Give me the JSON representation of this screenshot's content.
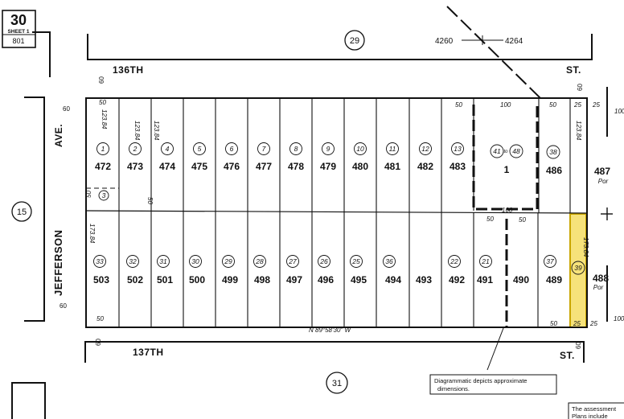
{
  "header": {
    "page_number": "30",
    "sheet_label": "SHEET 1",
    "sheet_code": "801"
  },
  "streets": {
    "top": "136TH",
    "top_right": "ST.",
    "bottom": "137TH",
    "bottom_right": "ST.",
    "left_top": "AVE.",
    "left_main": "JEFFERSON"
  },
  "block_refs": {
    "top": "29",
    "left": "15",
    "bottom": "31"
  },
  "tract_numbers": {
    "left": "4260",
    "right": "4264"
  },
  "street_widths": {
    "top_left": "60",
    "top_right": "60",
    "left_top": "60",
    "left_bottom": "60",
    "bottom_left": "60",
    "bottom_right": "60"
  },
  "bearing": "N 89°58'30\" W",
  "top_row": [
    {
      "parcel": "1",
      "lot": "472"
    },
    {
      "parcel": "2",
      "lot": "473"
    },
    {
      "parcel": "4",
      "lot": "474"
    },
    {
      "parcel": "5",
      "lot": "475"
    },
    {
      "parcel": "6",
      "lot": "476"
    },
    {
      "parcel": "7",
      "lot": "477"
    },
    {
      "parcel": "8",
      "lot": "478"
    },
    {
      "parcel": "9",
      "lot": "479"
    },
    {
      "parcel": "10",
      "lot": "480"
    },
    {
      "parcel": "11",
      "lot": "481"
    },
    {
      "parcel": "12",
      "lot": "482"
    },
    {
      "parcel": "13",
      "lot": "483"
    }
  ],
  "combined_parcel": {
    "parcel_a": "41",
    "connector": "to",
    "parcel_b": "48",
    "lot": "1"
  },
  "top_right_parcel": {
    "parcel": "38",
    "lot": "486"
  },
  "top_right_extra": {
    "lot": "487",
    "note": "Por"
  },
  "parcel_3": {
    "parcel": "3"
  },
  "bottom_row": [
    {
      "parcel": "33",
      "lot": "503"
    },
    {
      "parcel": "32",
      "lot": "502"
    },
    {
      "parcel": "31",
      "lot": "501"
    },
    {
      "parcel": "30",
      "lot": "500"
    },
    {
      "parcel": "29",
      "lot": "499"
    },
    {
      "parcel": "28",
      "lot": "498"
    },
    {
      "parcel": "27",
      "lot": "497"
    },
    {
      "parcel": "26",
      "lot": "496"
    },
    {
      "parcel": "25",
      "lot": "495"
    },
    {
      "parcel": "36",
      "lot": "494"
    },
    {
      "parcel": "",
      "lot": "493"
    },
    {
      "parcel": "22",
      "lot": "492"
    },
    {
      "parcel": "21",
      "lot": "491"
    },
    {
      "parcel": "",
      "lot": "490"
    },
    {
      "parcel": "37",
      "lot": "489"
    }
  ],
  "highlight_parcel": {
    "parcel": "39"
  },
  "bottom_right_extra": {
    "lot": "488",
    "note": "Por"
  },
  "dimensions": {
    "d50_top_left": "50",
    "d50_top_mid": "50",
    "d100_top": "100",
    "d50_top_right": "50",
    "d25_top_right": "25",
    "d25_edge_top": "25",
    "d12384_a": "123.84",
    "d12384_b": "123.84",
    "d12384_c": "123.84",
    "d17384_a": "173.84",
    "d17384_b": "173.84",
    "d12384_right": "123.84",
    "d50_p3_a": "50",
    "d50_p3_b": "50",
    "d100_mid": "100",
    "d50_mid_a": "50",
    "d50_mid_b": "50",
    "d50_bottom_left": "50",
    "d50_bottom_right": "50",
    "d25_bottom": "25",
    "d25_edge_bottom": "25",
    "edge_100_top": "100",
    "edge_100_bottom": "100"
  },
  "notes": {
    "diagram_line1": "Diagrammatic depicts approximate",
    "diagram_line2": "dimensions.",
    "assess_line1": "The assessment",
    "assess_line2": "Plans  include"
  }
}
